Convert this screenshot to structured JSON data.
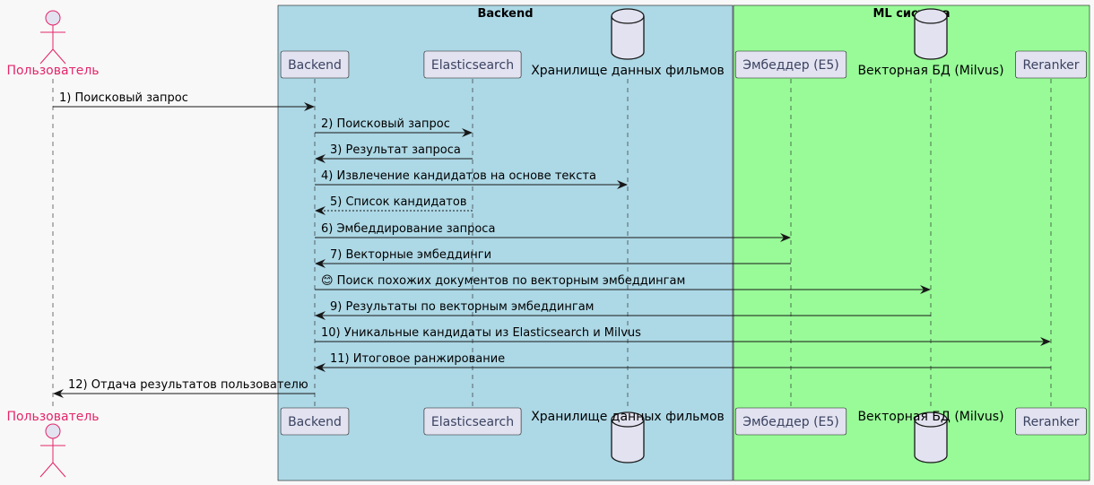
{
  "boxes": [
    {
      "id": "backend",
      "title": "Backend",
      "color": "#add8e6"
    },
    {
      "id": "ml",
      "title": "ML система",
      "color": "#98fb98"
    }
  ],
  "participants": [
    {
      "id": "user",
      "label": "Пользователь",
      "kind": "actor"
    },
    {
      "id": "backend",
      "label": "Backend",
      "kind": "participant"
    },
    {
      "id": "es",
      "label": "Elasticsearch",
      "kind": "participant"
    },
    {
      "id": "storage",
      "label": "Хранилище данных фильмов",
      "kind": "database"
    },
    {
      "id": "embedder",
      "label": "Эмбеддер (E5)",
      "kind": "participant"
    },
    {
      "id": "vectordb",
      "label": "Векторная БД (Milvus)",
      "kind": "database"
    },
    {
      "id": "reranker",
      "label": "Reranker",
      "kind": "participant"
    }
  ],
  "messages": [
    {
      "from": "user",
      "to": "backend",
      "label": "1) Поисковый запрос",
      "dashed": false
    },
    {
      "from": "backend",
      "to": "es",
      "label": "2) Поисковый запрос",
      "dashed": false
    },
    {
      "from": "es",
      "to": "backend",
      "label": "3) Результат запроса",
      "dashed": false
    },
    {
      "from": "backend",
      "to": "storage",
      "label": "4) Извлечение кандидатов на основе текста",
      "dashed": false
    },
    {
      "from": "es",
      "to": "backend",
      "label": "5) Список кандидатов",
      "dashed": true
    },
    {
      "from": "backend",
      "to": "embedder",
      "label": "6) Эмбеддирование запроса",
      "dashed": false
    },
    {
      "from": "embedder",
      "to": "backend",
      "label": "7) Векторные эмбеддинги",
      "dashed": false
    },
    {
      "from": "backend",
      "to": "vectordb",
      "label": "😊 Поиск похожих документов по векторным эмбеддингам",
      "dashed": false
    },
    {
      "from": "vectordb",
      "to": "backend",
      "label": "9) Результаты по векторным эмбеддингам",
      "dashed": false
    },
    {
      "from": "backend",
      "to": "reranker",
      "label": "10) Уникальные кандидаты из Elasticsearch и Milvus",
      "dashed": false
    },
    {
      "from": "reranker",
      "to": "backend",
      "label": "11) Итоговое ранжирование",
      "dashed": false
    },
    {
      "from": "backend",
      "to": "user",
      "label": "12) Отдача результатов пользователю",
      "dashed": false
    }
  ],
  "colors": {
    "participant_fill": "#e2e2f0",
    "participant_stroke": "#181818",
    "actor_color": "#e4266a",
    "arrow": "#181818",
    "lifeline": "#181818"
  }
}
